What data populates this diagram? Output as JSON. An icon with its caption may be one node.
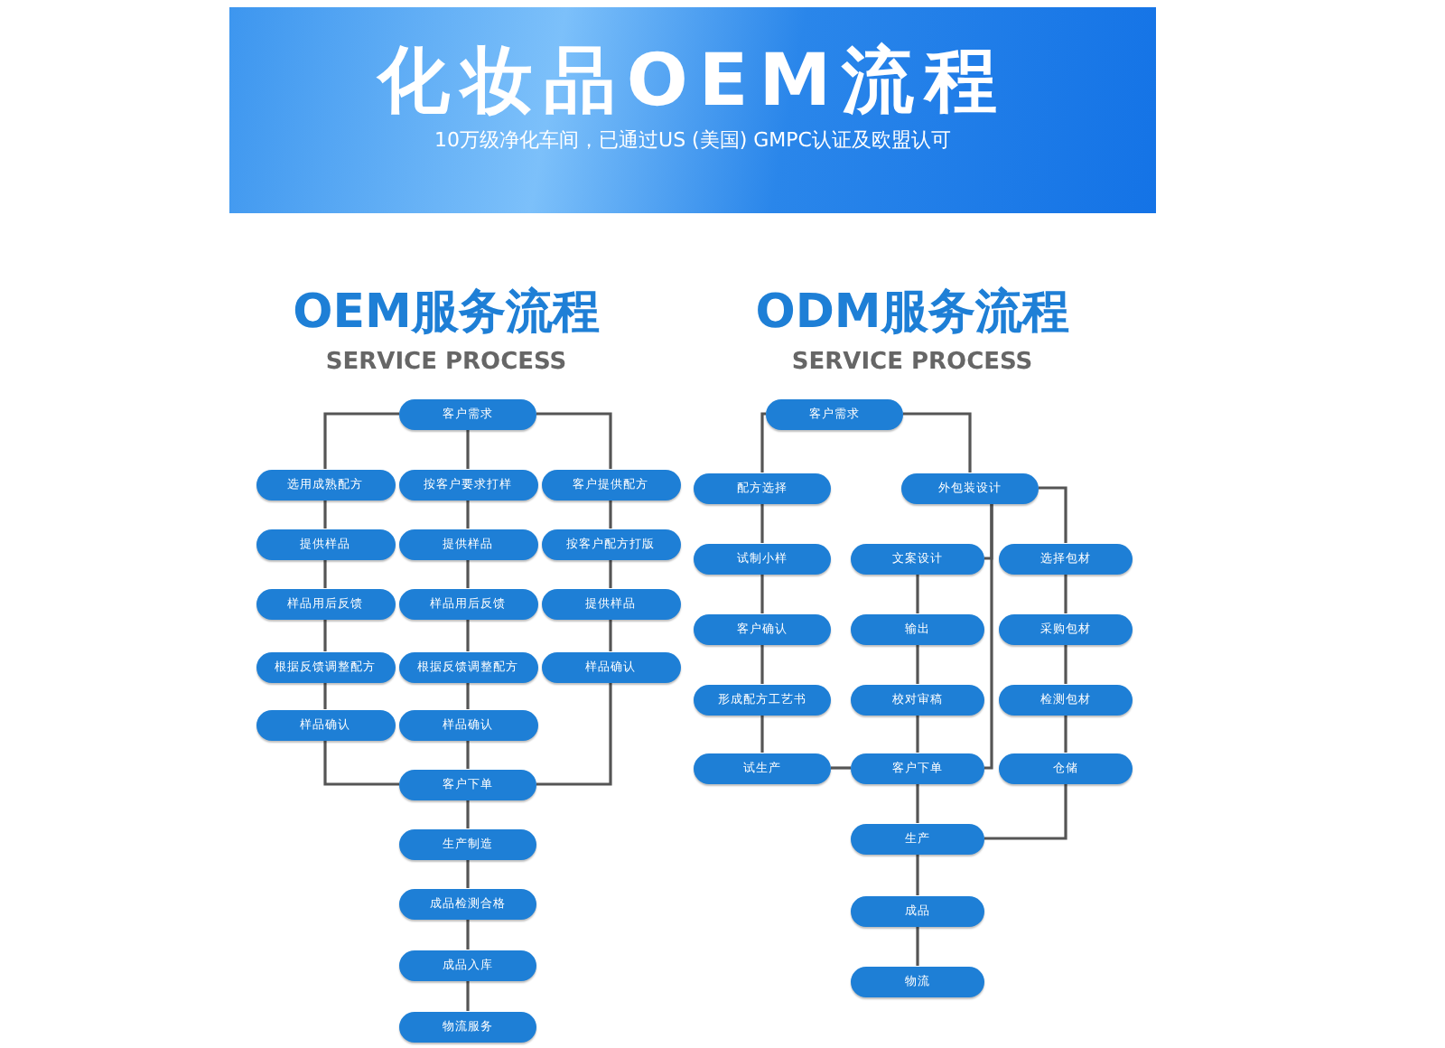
{
  "diagram": {
    "title": "化妆品OEM流程",
    "nodes": [
      {
        "text": [
          "客户需求"
        ]
      },
      {
        "text": [
          "选用成熟配方"
        ]
      },
      {
        "text": [
          "按客户要求打样"
        ]
      },
      {
        "text": [
          "客户提供配方"
        ]
      },
      {
        "text": [
          "提供样品"
        ]
      },
      {
        "text": [
          "提供样品"
        ]
      },
      {
        "text": [
          "按客户配方打版"
        ]
      },
      {
        "text": [
          "样品用后反馈"
        ]
      },
      {
        "text": [
          "样品用后反馈"
        ]
      },
      {
        "text": [
          "提供样品"
        ]
      },
      {
        "text": [
          "根据反馈调整配方"
        ]
      },
      {
        "text": [
          "根据反馈调整配方"
        ]
      },
      {
        "text": [
          "样品确认"
        ]
      },
      {
        "text": [
          "样品确认"
        ]
      },
      {
        "text": [
          "样品确认"
        ]
      },
      {
        "text": [
          "客户下单"
        ]
      },
      {
        "text": [
          "生产制造"
        ]
      },
      {
        "text": [
          "成品检测合格"
        ]
      },
      {
        "text": [
          "成品入库"
        ]
      },
      {
        "text": [
          "物流服务"
        ]
      },
      {
        "text": [
          "客户需求"
        ]
      },
      {
        "text": [
          "配方选择"
        ]
      },
      {
        "text": [
          "外包装设计"
        ]
      },
      {
        "text": [
          "试制小样"
        ]
      },
      {
        "text": [
          "文案设计"
        ]
      },
      {
        "text": [
          "选择包材"
        ]
      },
      {
        "text": [
          "客户确认"
        ]
      },
      {
        "text": [
          "输出"
        ]
      },
      {
        "text": [
          "采购包材"
        ]
      },
      {
        "text": [
          "形成配方工艺书"
        ]
      },
      {
        "text": [
          "校对审稿"
        ]
      },
      {
        "text": [
          "检测包材"
        ]
      },
      {
        "text": [
          "试生产"
        ]
      },
      {
        "text": [
          "客户下单"
        ]
      },
      {
        "text": [
          "仓储"
        ]
      },
      {
        "text": [
          "生产"
        ]
      },
      {
        "text": [
          "成品"
        ]
      },
      {
        "text": [
          "物流"
        ]
      }
    ],
    "edges": [
      {
        "from": 0,
        "to": 1,
        "arrow": "none"
      },
      {
        "from": 0,
        "to": 2,
        "arrow": "none"
      },
      {
        "from": 0,
        "to": 3,
        "arrow": "none"
      },
      {
        "from": 1,
        "to": 4,
        "arrow": "none"
      },
      {
        "from": 4,
        "to": 7,
        "arrow": "none"
      },
      {
        "from": 7,
        "to": 10,
        "arrow": "none"
      },
      {
        "from": 10,
        "to": 13,
        "arrow": "none"
      },
      {
        "from": 13,
        "to": 15,
        "arrow": "none"
      },
      {
        "from": 2,
        "to": 5,
        "arrow": "none"
      },
      {
        "from": 5,
        "to": 8,
        "arrow": "none"
      },
      {
        "from": 8,
        "to": 11,
        "arrow": "none"
      },
      {
        "from": 11,
        "to": 14,
        "arrow": "none"
      },
      {
        "from": 14,
        "to": 15,
        "arrow": "none"
      },
      {
        "from": 3,
        "to": 6,
        "arrow": "none"
      },
      {
        "from": 6,
        "to": 9,
        "arrow": "none"
      },
      {
        "from": 9,
        "to": 12,
        "arrow": "none"
      },
      {
        "from": 12,
        "to": 15,
        "arrow": "none"
      },
      {
        "from": 15,
        "to": 16,
        "arrow": "none"
      },
      {
        "from": 16,
        "to": 17,
        "arrow": "none"
      },
      {
        "from": 17,
        "to": 18,
        "arrow": "none"
      },
      {
        "from": 18,
        "to": 19,
        "arrow": "none"
      },
      {
        "from": 20,
        "to": 21,
        "arrow": "none"
      },
      {
        "from": 20,
        "to": 22,
        "arrow": "none"
      },
      {
        "from": 21,
        "to": 23,
        "arrow": "none"
      },
      {
        "from": 23,
        "to": 26,
        "arrow": "none"
      },
      {
        "from": 26,
        "to": 29,
        "arrow": "none"
      },
      {
        "from": 29,
        "to": 32,
        "arrow": "none"
      },
      {
        "from": 32,
        "to": 33,
        "arrow": "none"
      },
      {
        "from": 22,
        "to": 24,
        "arrow": "none"
      },
      {
        "from": 24,
        "to": 27,
        "arrow": "none"
      },
      {
        "from": 27,
        "to": 30,
        "arrow": "none"
      },
      {
        "from": 30,
        "to": 33,
        "arrow": "none"
      },
      {
        "from": 22,
        "to": 33,
        "arrow": "none"
      },
      {
        "from": 22,
        "to": 25,
        "arrow": "none"
      },
      {
        "from": 25,
        "to": 28,
        "arrow": "none"
      },
      {
        "from": 28,
        "to": 31,
        "arrow": "none"
      },
      {
        "from": 31,
        "to": 34,
        "arrow": "none"
      },
      {
        "from": 34,
        "to": 35,
        "arrow": "none"
      },
      {
        "from": 33,
        "to": 35,
        "arrow": "none"
      },
      {
        "from": 35,
        "to": 36,
        "arrow": "none"
      },
      {
        "from": 36,
        "to": 37,
        "arrow": "none"
      }
    ],
    "labels": [
      "10万级净化车间，已通过US (美国) GMPC认证及欧盟认可",
      "OEM服务流程",
      "SERVICE PROCESS",
      "ODM服务流程",
      "SERVICE PROCESS"
    ]
  }
}
